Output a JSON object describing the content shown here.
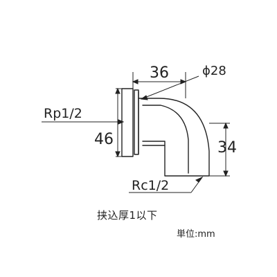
{
  "diagram": {
    "labels": {
      "width_36": "36",
      "diameter_28": "ϕ28",
      "thread_rp": "Rp1/2",
      "height_46": "46",
      "height_34": "34",
      "thread_rc": "Rc1/2"
    },
    "notes": {
      "clamp_thickness": "挟込厚1以下",
      "unit": "単位:mm"
    }
  }
}
